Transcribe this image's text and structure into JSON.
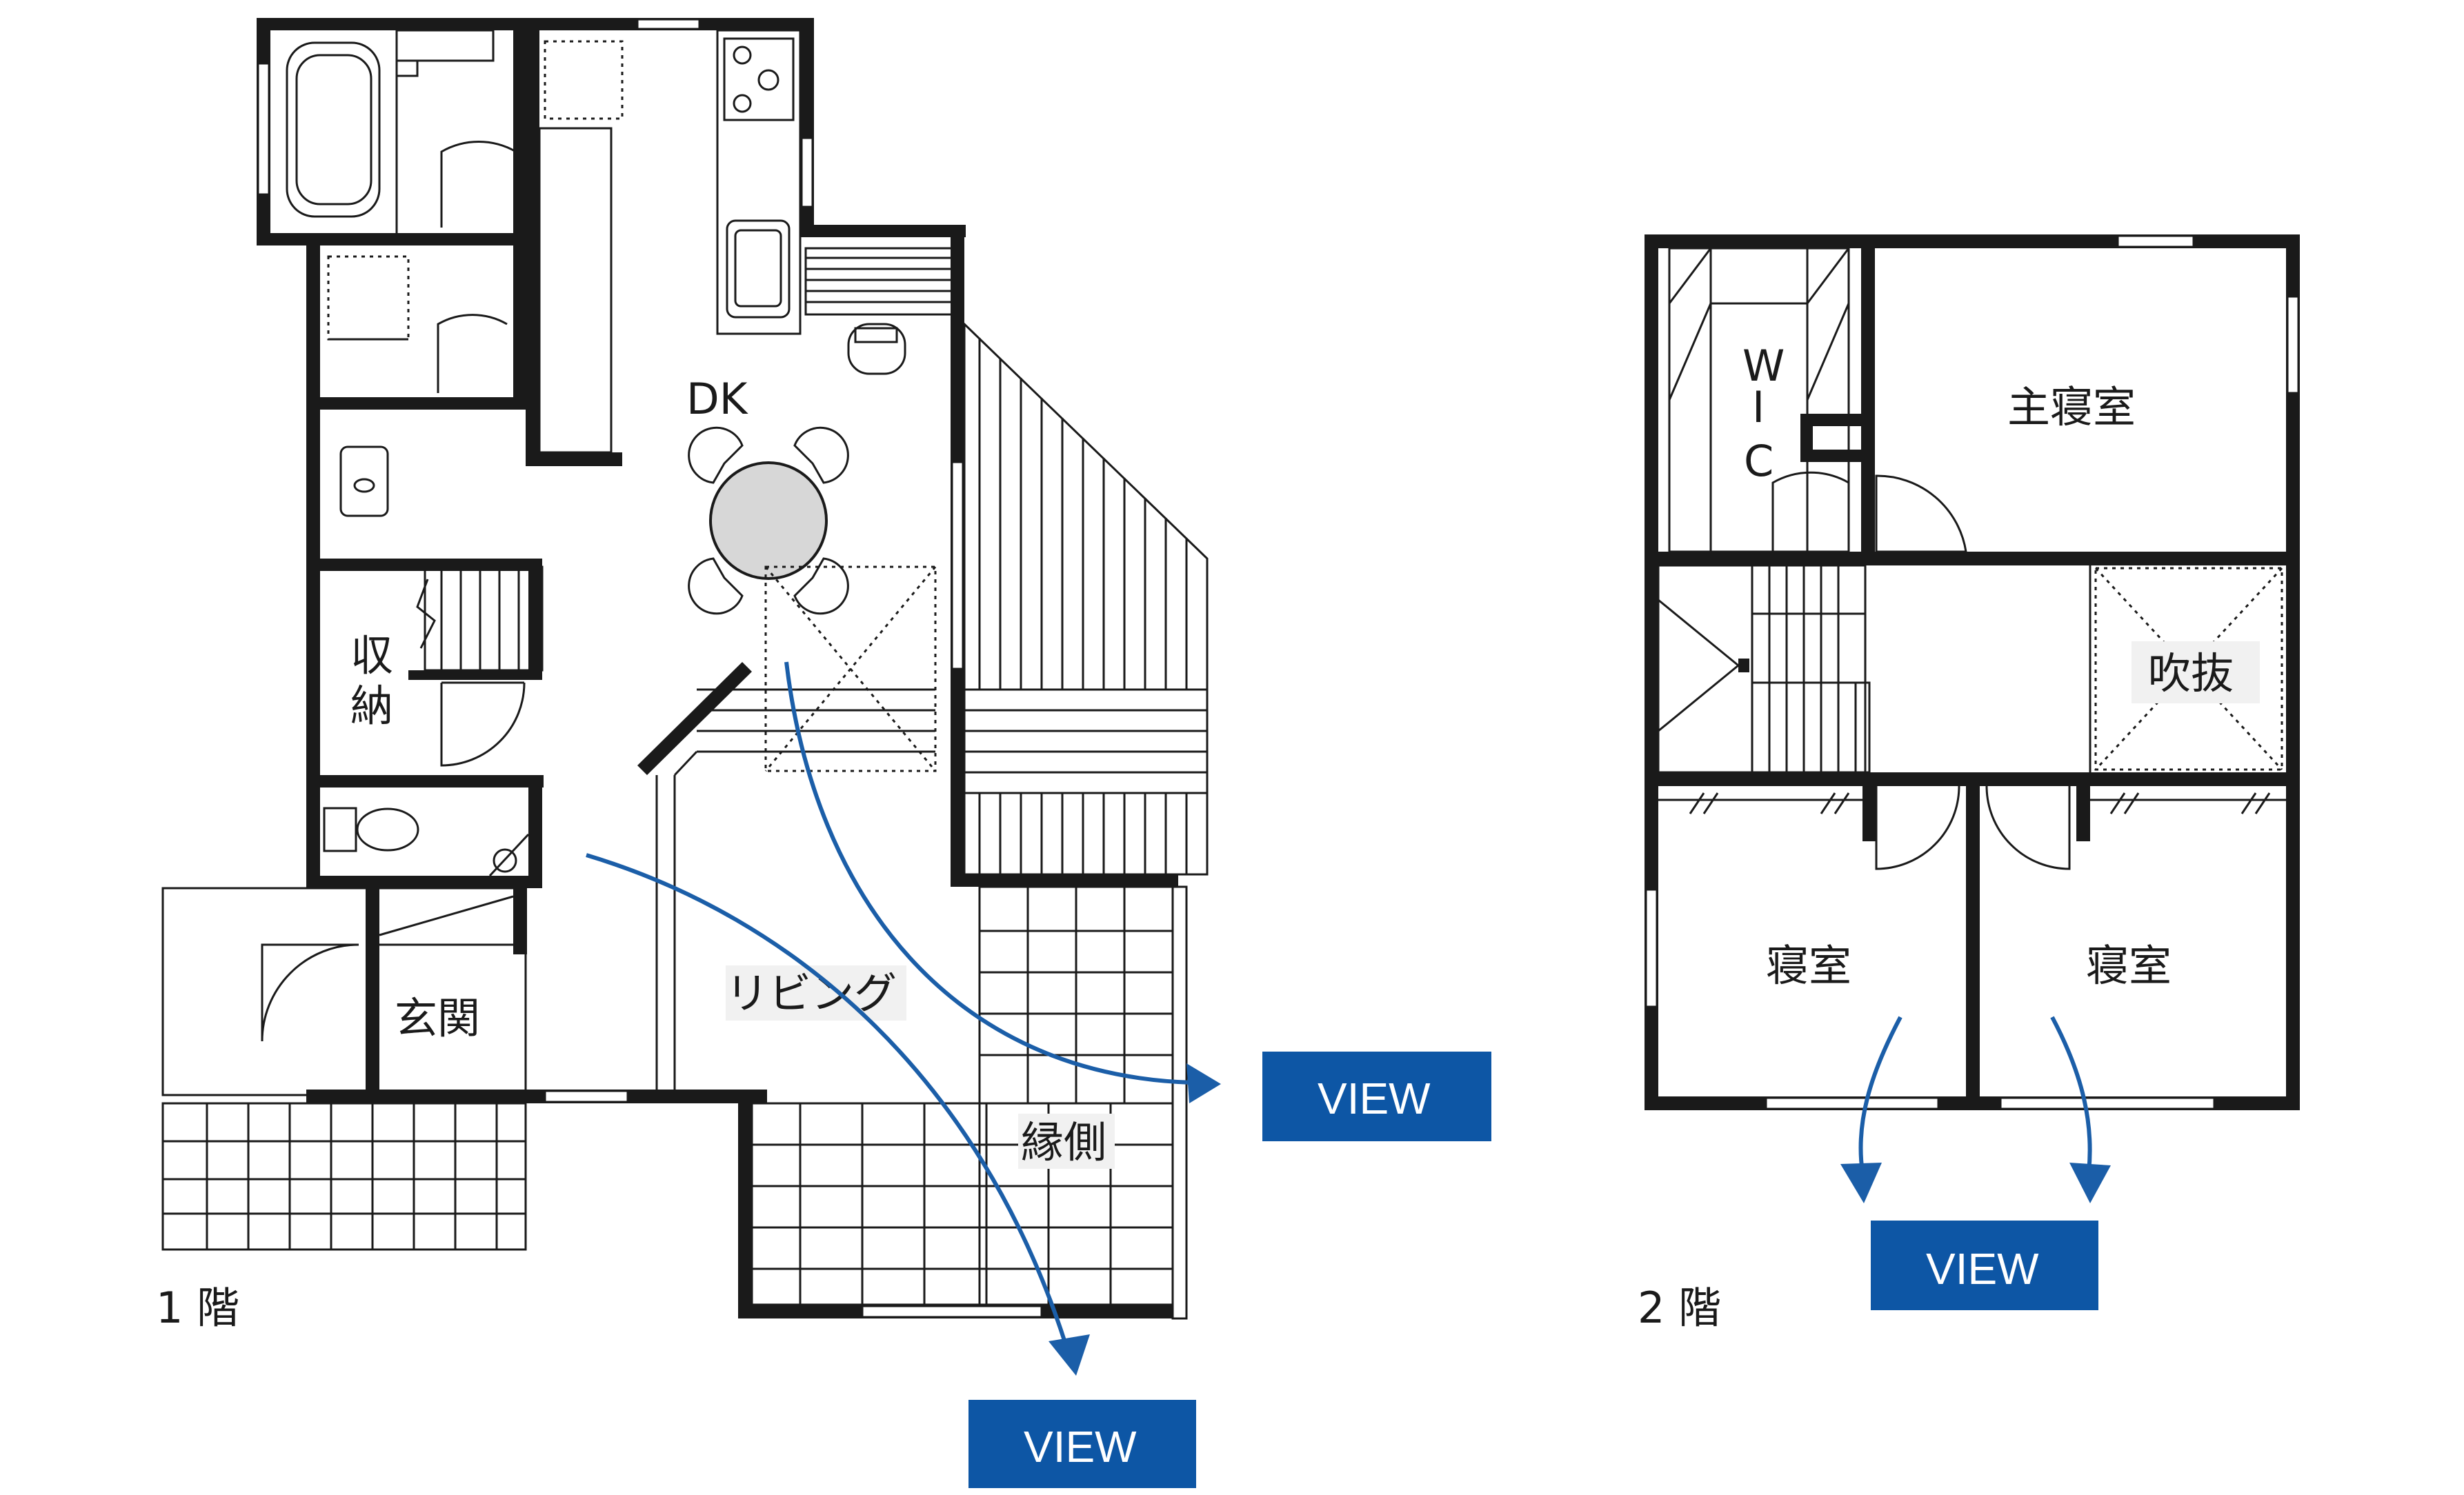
{
  "floor1": {
    "caption": "1 階",
    "rooms": {
      "dk": "DK",
      "storage": "収納",
      "living": "リビング",
      "entrance": "玄関",
      "veranda": "縁側"
    }
  },
  "floor2": {
    "caption": "2 階",
    "rooms": {
      "wic_w": "W",
      "wic_i": "I",
      "wic_c": "C",
      "master_bedroom": "主寝室",
      "void": "吹抜",
      "bedroom_left": "寝室",
      "bedroom_right": "寝室"
    }
  },
  "view_labels": {
    "right_floor1": "VIEW",
    "bottom_floor1": "VIEW",
    "floor2": "VIEW"
  },
  "colors": {
    "view_badge": "#0d56a5",
    "arrow": "#1b5ea8",
    "wall": "#1a1a1a"
  }
}
